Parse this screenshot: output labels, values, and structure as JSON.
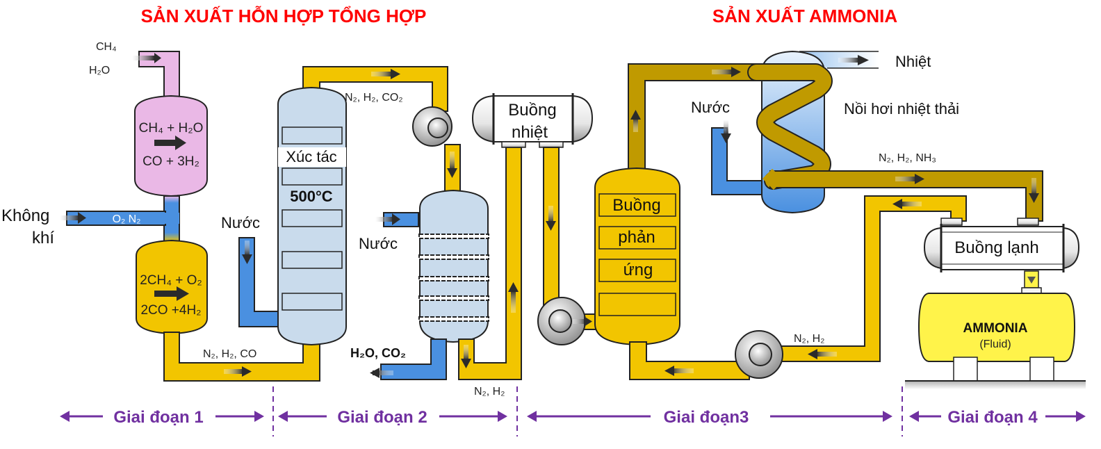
{
  "titles": {
    "left": "SẢN XUẤT HỖN HỢP TỔNG HỢP",
    "right": "SẢN XUẤT AMMONIA"
  },
  "colors": {
    "title": "#ff0000",
    "stage": "#7030a0",
    "pipe_gas": "#f2c500",
    "pipe_hot": "#c09a00",
    "pipe_water": "#4a90e0",
    "reformer_primary": "#eab8e6",
    "vessel": "#c9dbec",
    "ammonia_tank": "#fff34a"
  },
  "stage1": {
    "inlet_ch4": "CH₄",
    "inlet_h2o": "H₂O",
    "primary_reformer": {
      "line1": "CH₄ + H₂O",
      "line2": "CO  + 3H₂"
    },
    "air_label_1": "Không",
    "air_label_2": "khí",
    "air_pipe_label": "O₂ N₂",
    "secondary_reformer": {
      "line1": "2CH₄  + O₂",
      "line2": "2CO +4H₂"
    },
    "outlet_label": "N₂, H₂, CO"
  },
  "stage2": {
    "shift_top_label": "N₂, H₂, CO₂",
    "catalyst_label": "Xúc tác",
    "temperature": "500°C",
    "water_in_1": "Nước",
    "water_in_2": "Nước",
    "waste_out": "H₂O, CO₂",
    "product_label": "N₂, H₂"
  },
  "stage3": {
    "heat_chamber_1": "Buồng",
    "heat_chamber_2": "nhiệt",
    "reactor_1": "Buồng",
    "reactor_2": "phản",
    "reactor_3": "ứng",
    "water_label": "Nước",
    "heat_out": "Nhiệt",
    "boiler_label": "Nồi hơi nhiệt thải",
    "product_label": "N₂, H₂, NH₃",
    "recycle_label": "N₂, H₂"
  },
  "stage4": {
    "cooler_label": "Buồng lạnh",
    "tank_label": "AMMONIA",
    "tank_sublabel": "(Fluid)"
  },
  "stages": [
    {
      "label": "Giai đoạn 1"
    },
    {
      "label": "Giai đoạn 2"
    },
    {
      "label": "Giai đoạn3"
    },
    {
      "label": "Giai đoạn 4"
    }
  ]
}
